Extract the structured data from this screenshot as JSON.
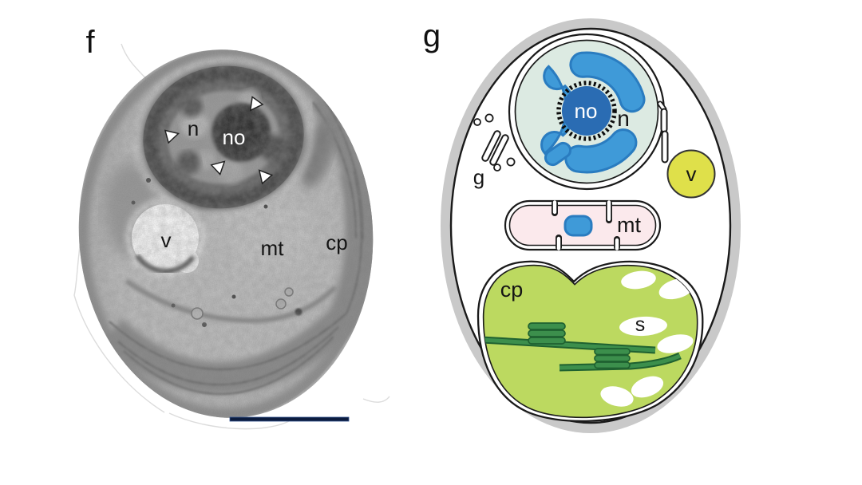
{
  "figure": {
    "background": "#ffffff",
    "panel_f": {
      "letter": "f",
      "type": "transmission electron micrograph of unicellular alga",
      "labels": {
        "nucleus": "n",
        "nucleolus": "no",
        "vacuole": "v",
        "mitochondrion": "mt",
        "chloroplast": "cp"
      },
      "arrowhead_count": 4,
      "scale_bar": {
        "color": "#0c1c3e"
      }
    },
    "panel_g": {
      "letter": "g",
      "type": "schematic diagram of the same cell",
      "labels": {
        "nucleolus": "no",
        "nucleus": "n",
        "golgi": "g",
        "vacuole": "v",
        "mitochondrion": "mt",
        "chloroplast": "cp",
        "starch": "s"
      },
      "colors": {
        "cell_wall": "#c9c9c9",
        "outline": "#1a1a1a",
        "nucleoplasm": "#dceae2",
        "chromatin": "#3f9ad8",
        "chromatin_outline": "#2a7cc0",
        "nucleolus": "#2a6cb3",
        "vacuole": "#dfe04a",
        "mitochondrion": "#fbe9ec",
        "chloroplast": "#bcd960",
        "thylakoid": "#3c8f4c",
        "thylakoid_outline": "#1f6130",
        "starch": "#ffffff"
      }
    }
  }
}
